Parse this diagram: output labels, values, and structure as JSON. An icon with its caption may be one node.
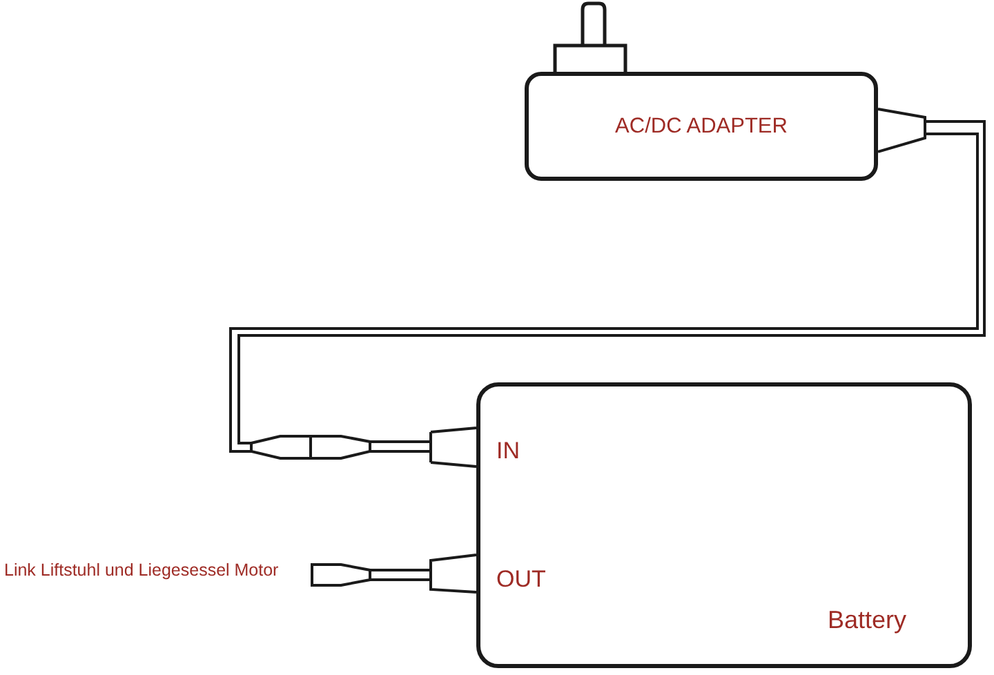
{
  "diagram": {
    "nodes": [
      {
        "text": [
          "AC/DC ADAPTER"
        ]
      },
      {
        "text": [
          "IN",
          "OUT",
          "Battery"
        ]
      },
      {
        "text": [],
        "shape": "plug",
        "beside": [
          "Link Liftstuhl und Liegesessel Motor"
        ]
      }
    ],
    "edges": [
      {
        "from": 0,
        "to": 1,
        "arrow": "none"
      },
      {
        "from": 1,
        "to": 2,
        "arrow": "none"
      }
    ]
  }
}
